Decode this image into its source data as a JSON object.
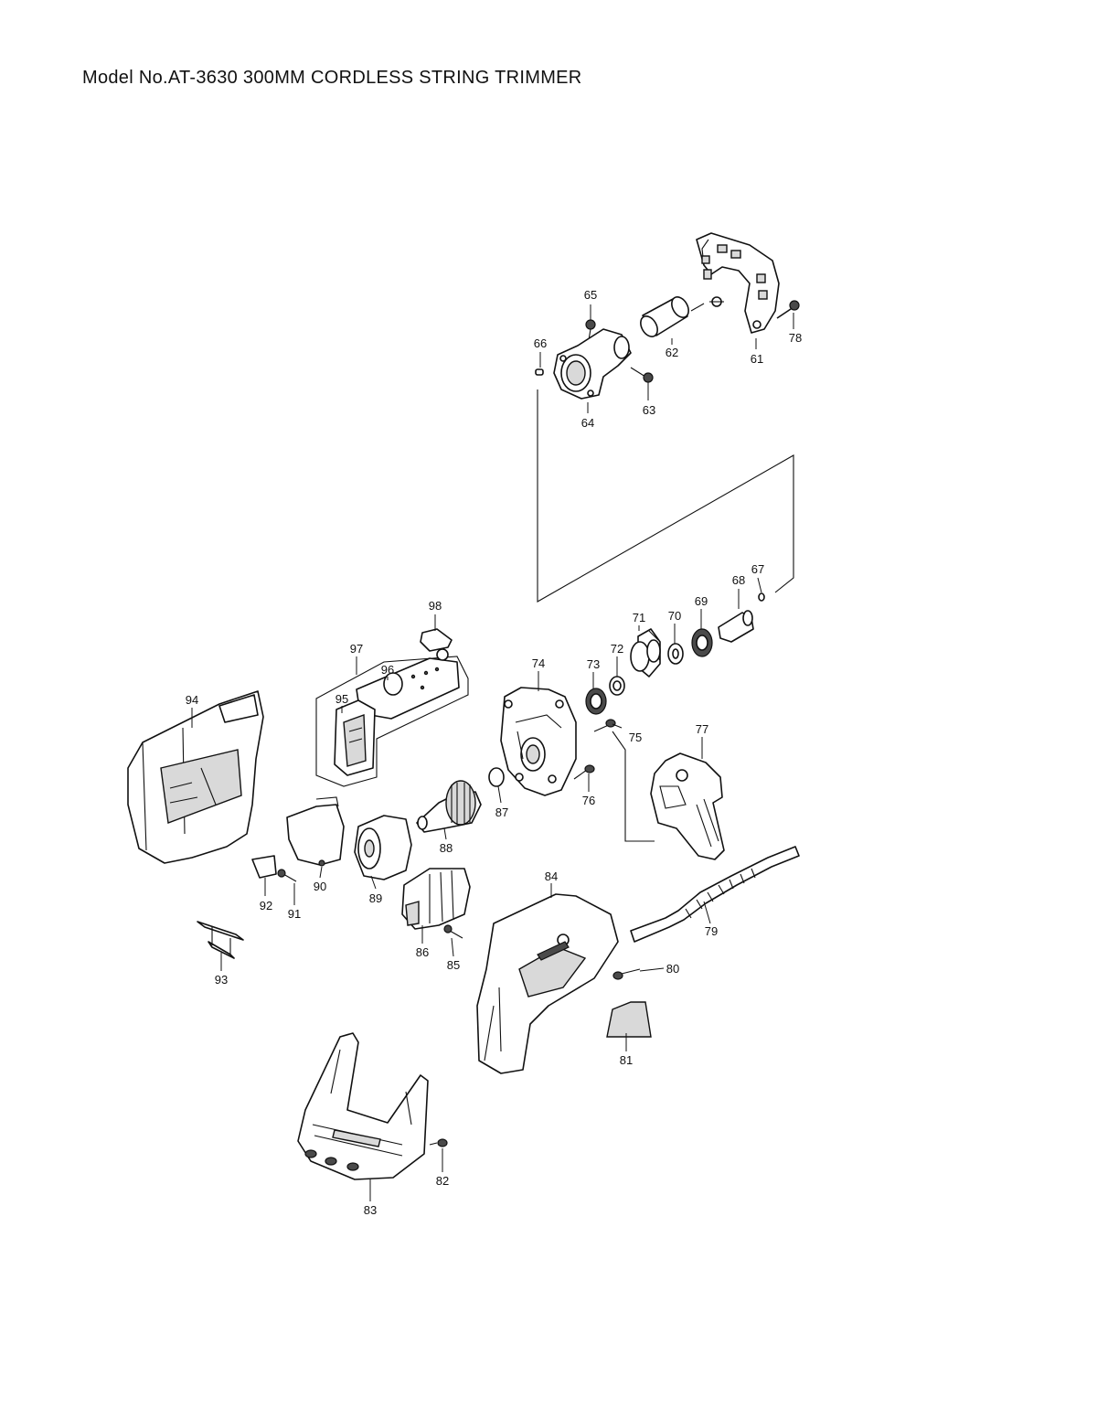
{
  "title": "Model No.AT-3630 300MM CORDLESS STRING TRIMMER",
  "callouts": {
    "p61": "61",
    "p62": "62",
    "p63": "63",
    "p64": "64",
    "p65": "65",
    "p66": "66",
    "p67": "67",
    "p68": "68",
    "p69": "69",
    "p70": "70",
    "p71": "71",
    "p72": "72",
    "p73": "73",
    "p74": "74",
    "p75": "75",
    "p76": "76",
    "p77": "77",
    "p78": "78",
    "p79": "79",
    "p80": "80",
    "p81": "81",
    "p82": "82",
    "p83": "83",
    "p84": "84",
    "p85": "85",
    "p86": "86",
    "p87": "87",
    "p88": "88",
    "p89": "89",
    "p90": "90",
    "p91": "91",
    "p92": "92",
    "p93": "93",
    "p94": "94",
    "p95": "95",
    "p96": "96",
    "p97": "97",
    "p98": "98"
  }
}
